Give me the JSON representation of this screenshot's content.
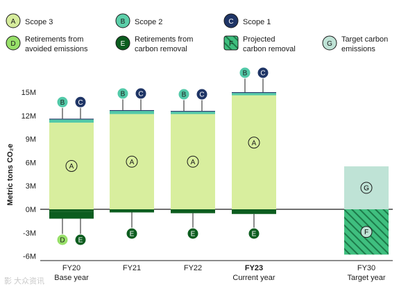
{
  "chart_data": {
    "type": "bar",
    "ylabel": "Metric tons CO₂e",
    "ylim": [
      -6,
      15
    ],
    "yticks": [
      15,
      12,
      9,
      6,
      3,
      0,
      -3,
      -6
    ],
    "ytick_labels": [
      "15M",
      "12M",
      "9M",
      "6M",
      "3M",
      "0M",
      "-3M",
      "-6M"
    ],
    "categories": [
      {
        "label": "FY20",
        "sublabel": "Base year",
        "bold": false
      },
      {
        "label": "FY21",
        "sublabel": "",
        "bold": true,
        "bold_label": false
      },
      {
        "label": "FY22",
        "sublabel": "",
        "bold": false
      },
      {
        "label": "FY23",
        "sublabel": "Current year",
        "bold": true
      },
      {
        "label": "FY30",
        "sublabel": "Target year",
        "bold": false
      }
    ],
    "series": [
      {
        "name": "Scope 3",
        "values": [
          11.1,
          12.2,
          12.2,
          14.6,
          null
        ]
      },
      {
        "name": "Scope 2",
        "values": [
          0.4,
          0.4,
          0.3,
          0.3,
          null
        ]
      },
      {
        "name": "Scope 1",
        "values": [
          0.1,
          0.1,
          0.1,
          0.1,
          null
        ]
      },
      {
        "name": "Retirements from avoided emissions",
        "values": [
          -0.9,
          0,
          0,
          0,
          null
        ]
      },
      {
        "name": "Retirements from carbon removal",
        "values": [
          -0.3,
          -0.4,
          -0.5,
          -0.6,
          null
        ]
      },
      {
        "name": "Projected carbon removal",
        "values": [
          null,
          null,
          null,
          null,
          -5.8
        ]
      },
      {
        "name": "Target carbon emissions",
        "values": [
          null,
          null,
          null,
          null,
          5.5
        ]
      }
    ],
    "legend": [
      {
        "letter": "A",
        "label": "Scope 3",
        "fill": "#d6ec9c",
        "shape": "circle"
      },
      {
        "letter": "B",
        "label": "Scope 2",
        "fill": "#5ccfa9",
        "shape": "circle"
      },
      {
        "letter": "C",
        "label": "Scope 1",
        "fill": "#1f3566",
        "shape": "circle"
      },
      {
        "letter": "D",
        "label": "Retirements from\navoided emissions",
        "fill": "#98e06a",
        "shape": "circle"
      },
      {
        "letter": "E",
        "label": "Retirements from\ncarbon removal",
        "fill": "#0c5d1f",
        "shape": "circle"
      },
      {
        "letter": "F",
        "label": "Projected\ncarbon removal",
        "fill": "hatch",
        "shape": "square"
      },
      {
        "letter": "G",
        "label": "Target carbon\nemissions",
        "fill": "#bfe3d6",
        "shape": "circle"
      }
    ],
    "bar_letters": [
      "A",
      "B",
      "C",
      "D",
      "E",
      "F",
      "G"
    ]
  },
  "colors": {
    "scope3": "#d6ec9c",
    "scope3_bar": "#d8ee9e",
    "scope2": "#52c9a8",
    "scope1": "#1f3566",
    "avoided": "#98e06a",
    "removal": "#0c5d1f",
    "target": "#bfe3d6",
    "hatch_fg": "#1d7a4a",
    "hatch_bg": "#3fbf7f"
  },
  "watermark": "影 大众资讯"
}
